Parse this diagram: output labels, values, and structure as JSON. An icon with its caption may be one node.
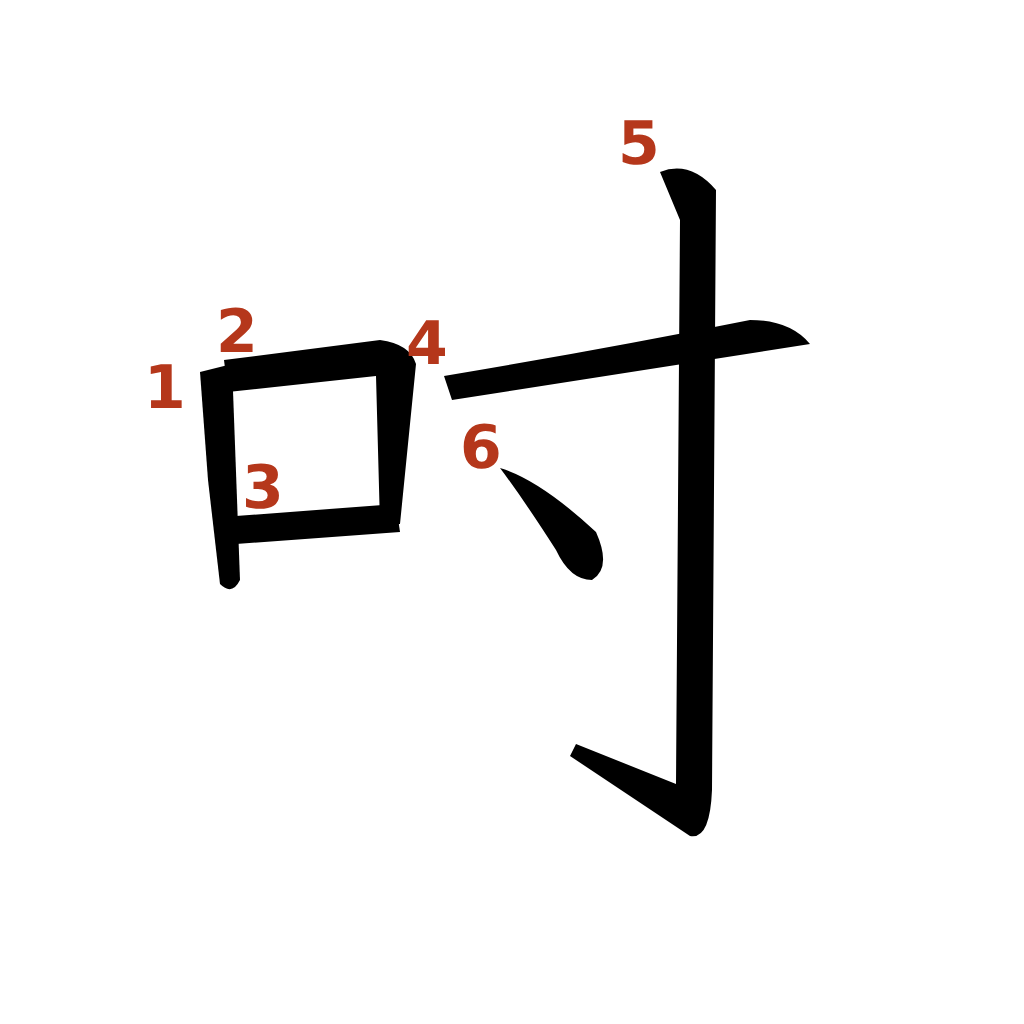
{
  "diagram": {
    "labels": [
      "1",
      "2",
      "3",
      "4",
      "5",
      "6"
    ]
  }
}
